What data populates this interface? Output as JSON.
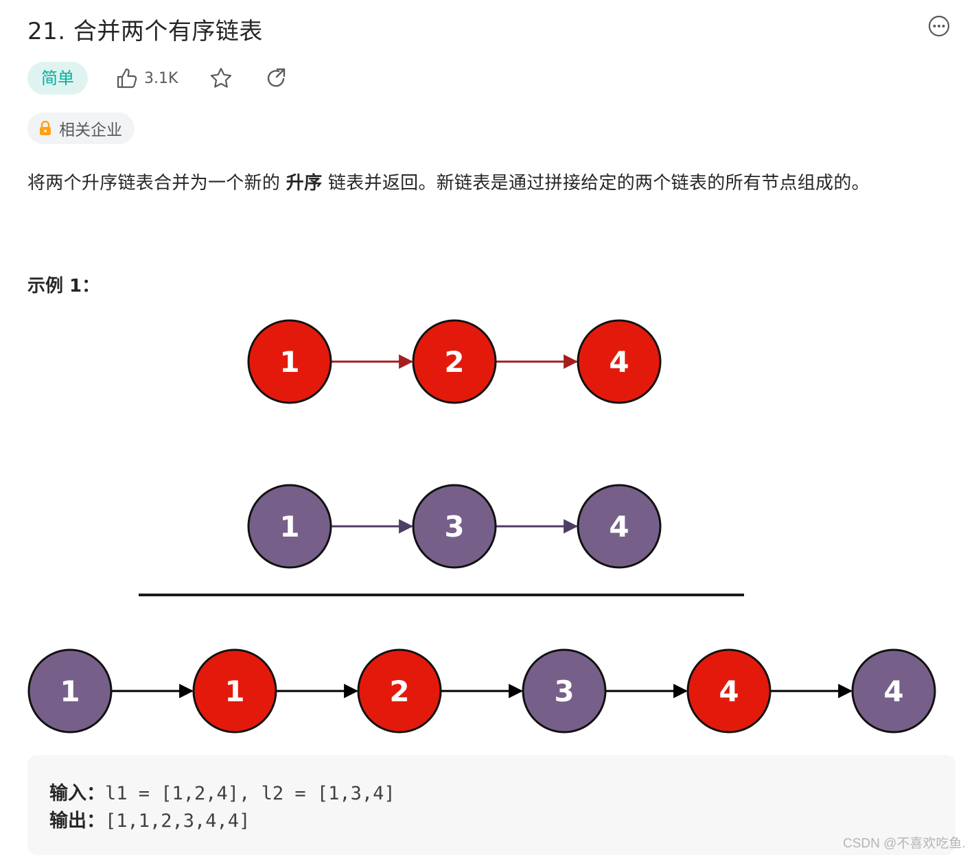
{
  "problem": {
    "title": "21. 合并两个有序链表",
    "difficulty": "简单",
    "likes": "3.1K",
    "company_tag": "相关企业"
  },
  "description": {
    "before": "将两个升序链表合并为一个新的 ",
    "bold": "升序",
    "after": " 链表并返回。新链表是通过拼接给定的两个链表的所有节点组成的。"
  },
  "example": {
    "title": "示例 1：",
    "input_label": "输入：",
    "input_value": "l1 = [1,2,4], l2 = [1,3,4]",
    "output_label": "输出：",
    "output_value": "[1,1,2,3,4,4]"
  },
  "diagram": {
    "list1": [
      "1",
      "2",
      "4"
    ],
    "list2": [
      "1",
      "3",
      "4"
    ],
    "merged": [
      {
        "label": "1",
        "from": "l2"
      },
      {
        "label": "1",
        "from": "l1"
      },
      {
        "label": "2",
        "from": "l1"
      },
      {
        "label": "3",
        "from": "l2"
      },
      {
        "label": "4",
        "from": "l1"
      },
      {
        "label": "4",
        "from": "l2"
      }
    ],
    "colors": {
      "l1": "#e31a0b",
      "l2": "#76608a",
      "l1_arrow": "#a31f1f",
      "l2_arrow": "#4f3d66",
      "merged_arrow": "#000000"
    }
  },
  "icons": {
    "more": "more-horizontal-icon",
    "like": "thumbs-up-icon",
    "star": "star-icon",
    "share": "share-icon",
    "lock": "lock-icon"
  },
  "colors": {
    "easy": "#00af9b",
    "easy_bg": "#dff4f1",
    "lock": "#ffa116"
  },
  "watermark": "CSDN @不喜欢吃鱼."
}
